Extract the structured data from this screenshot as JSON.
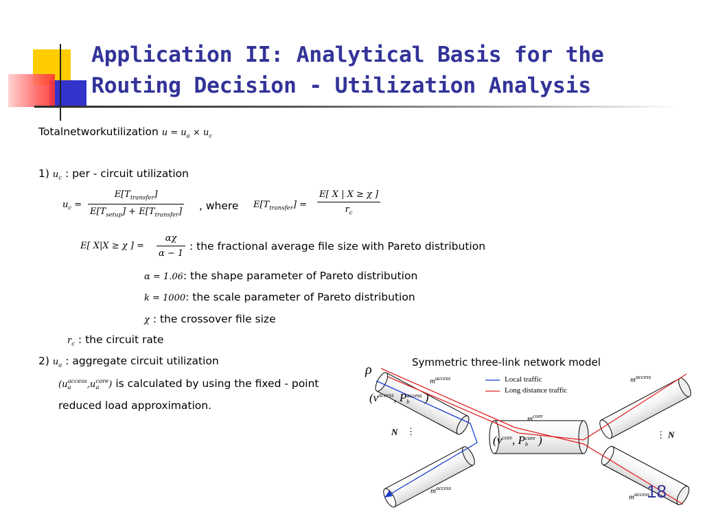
{
  "title": {
    "line1": "Application II: Analytical Basis for the",
    "line2": "Routing Decision - Utilization Analysis"
  },
  "total": {
    "label": "Totalnetworkutilization",
    "formula": "u = u",
    "sub_a": "a",
    "times": " × u",
    "sub_c": "c"
  },
  "item1": {
    "num": "1)",
    "var": "u",
    "var_sub": "c",
    "desc": ": per - circuit  utilization",
    "uc_lhs": "u",
    "uc_sub": "c",
    "frac_num": "E[T",
    "frac_num_sub": "transfer",
    "frac_den_a": "E[T",
    "frac_den_a_sub": "setup",
    "frac_den_mid": "] + E[T",
    "frac_den_b_sub": "transfer",
    "where": ",  where",
    "rhs_lhs": "E[T",
    "rhs_lhs_sub": "transfer",
    "rhs_num": "E[ X | X ≥ χ ]",
    "rhs_den": "r",
    "rhs_den_sub": "c"
  },
  "pareto": {
    "lhs": "E[ X|X ≥ χ ] =",
    "frac_num": "αχ",
    "frac_den": "α − 1",
    "desc": ": the  fractional average  file  size  with  Pareto  distribution",
    "alpha_expr": "α = 1.06",
    "alpha_desc": ": the shape parameter of Pareto distribution",
    "k_expr": "k = 1000",
    "k_desc": ": the scale parameter of Pareto distribution",
    "chi_expr": "χ",
    "chi_desc": ": the crossover file size",
    "rc_expr": "r",
    "rc_sub": "c",
    "rc_desc": ": the  circuit  rate"
  },
  "item2": {
    "num": "2)",
    "var": "u",
    "var_sub": "a",
    "desc": ": aggregate  circuit  utilization",
    "pair_open": "(u",
    "pair_sup1": "access",
    "pair_sub1": "a",
    "pair_mid": ",u",
    "pair_sup2": "core",
    "pair_sub2": "a",
    "pair_close": ")",
    "desc2": "is calculated by using the fixed - point",
    "desc3": "reduced load approximation."
  },
  "diagram": {
    "caption": "Symmetric three-link network model",
    "rho": "ρ",
    "legend_local": "Local traffic",
    "legend_long": "Long distance traffic",
    "m_access": "m",
    "m_core": "m",
    "sup_access": "access",
    "sup_core": "core",
    "nu": "(ν",
    "pb": ", P",
    "pb_sub": "b",
    "close": ")",
    "n_label": "N",
    "vdots": "⋮",
    "color_local": "#1a3ccc",
    "color_long": "#e02020"
  },
  "page_number": "18"
}
